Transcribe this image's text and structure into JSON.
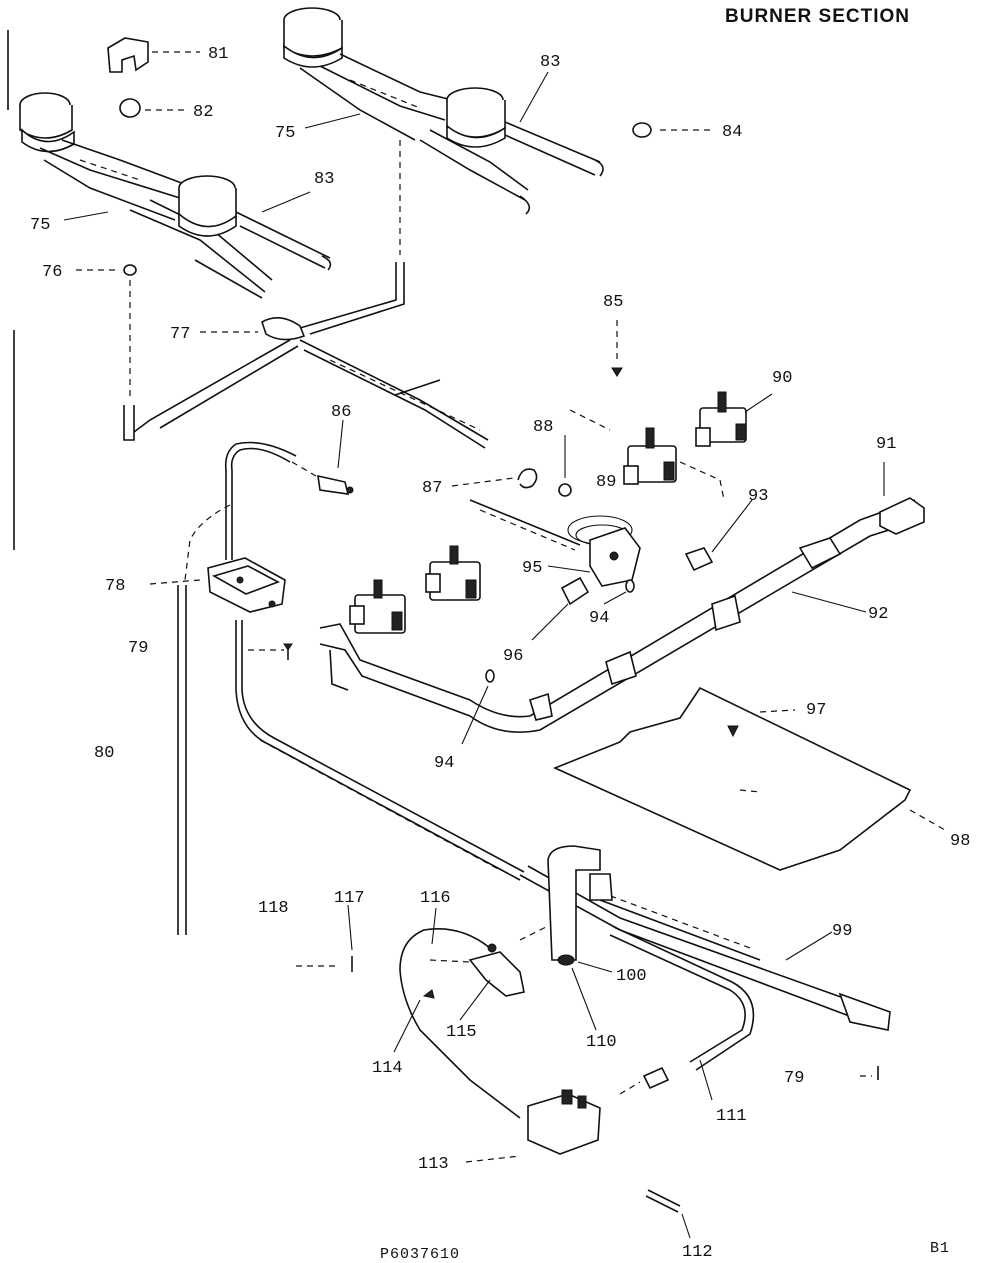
{
  "title": "BURNER SECTION",
  "footer": {
    "code": "P6037610",
    "page": "B1"
  },
  "labels": {
    "l75a": "75",
    "l75b": "75",
    "l76": "76",
    "l77": "77",
    "l78": "78",
    "l79a": "79",
    "l79b": "79",
    "l80": "80",
    "l81": "81",
    "l82": "82",
    "l83a": "83",
    "l83b": "83",
    "l84": "84",
    "l85": "85",
    "l86": "86",
    "l87": "87",
    "l88": "88",
    "l89": "89",
    "l90": "90",
    "l91": "91",
    "l92": "92",
    "l93": "93",
    "l94a": "94",
    "l94b": "94",
    "l95": "95",
    "l96": "96",
    "l97": "97",
    "l98": "98",
    "l99": "99",
    "l100": "100",
    "l110": "110",
    "l111": "111",
    "l112": "112",
    "l113": "113",
    "l114": "114",
    "l115": "115",
    "l116": "116",
    "l117": "117",
    "l118": "118"
  }
}
